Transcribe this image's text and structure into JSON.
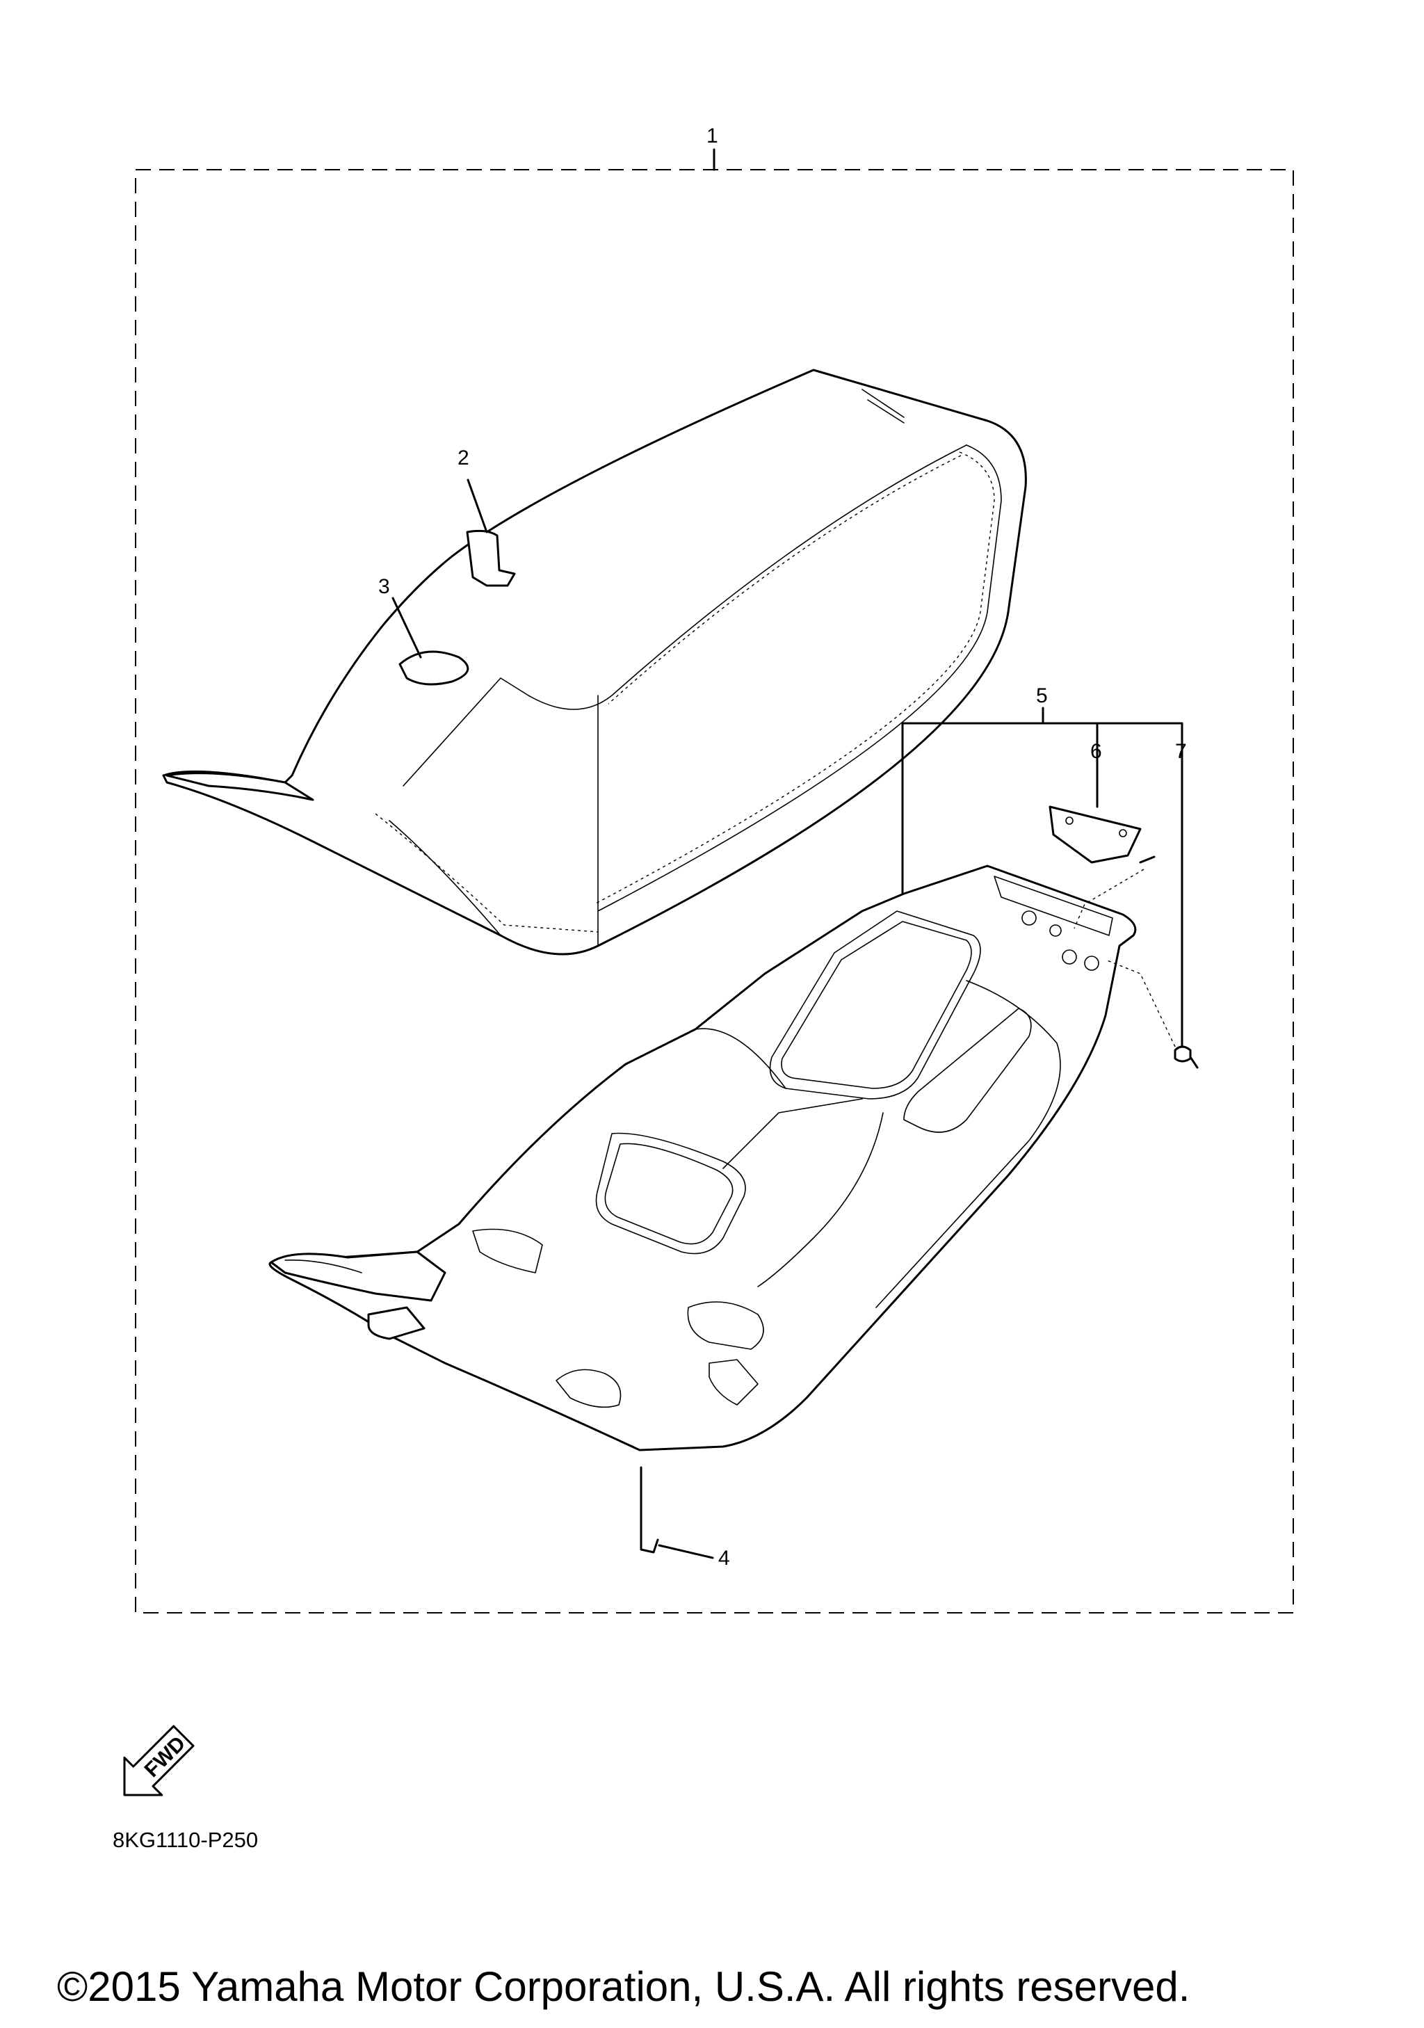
{
  "diagram": {
    "callouts": [
      "1",
      "2",
      "3",
      "4",
      "5",
      "6",
      "7"
    ],
    "fwd_label": "FWD",
    "part_code": "8KG1110-P250"
  },
  "footer": {
    "copyright": "©2015 Yamaha Motor Corporation, U.S.A. All rights reserved."
  }
}
